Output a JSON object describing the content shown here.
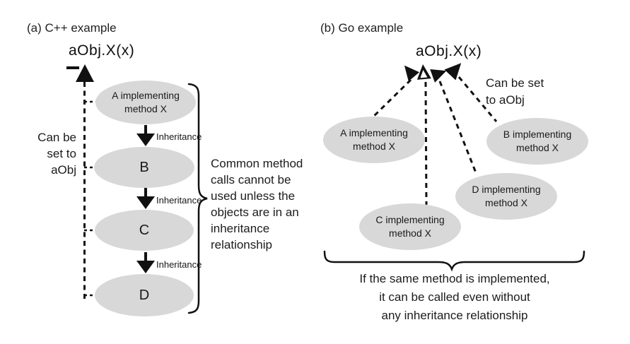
{
  "figure": {
    "colors": {
      "node_fill": "#d8d8d8",
      "ink": "#1a1a1a"
    },
    "left": {
      "title": "(a) C++ example",
      "call": "aObj.X(x)",
      "side_note": [
        "Can be",
        "set to",
        "aObj"
      ],
      "edge_label": "Inheritance",
      "nodes": {
        "a": [
          "A implementing",
          "method X"
        ],
        "b": "B",
        "c": "C",
        "d": "D"
      },
      "brace_note": [
        "Common method",
        "calls cannot be",
        "used unless the",
        "objects are in an",
        "inheritance",
        "relationship"
      ]
    },
    "right": {
      "title": "(b) Go example",
      "call": "aObj.X(x)",
      "side_note": [
        "Can be set",
        "to aObj"
      ],
      "nodes": {
        "a": [
          "A implementing",
          "method X"
        ],
        "b": [
          "B implementing",
          "method X"
        ],
        "c": [
          "C implementing",
          "method X"
        ],
        "d": [
          "D implementing",
          "method X"
        ]
      },
      "bottom_note": [
        "If the same method is implemented,",
        "it can be called even without",
        "any inheritance relationship"
      ]
    }
  }
}
